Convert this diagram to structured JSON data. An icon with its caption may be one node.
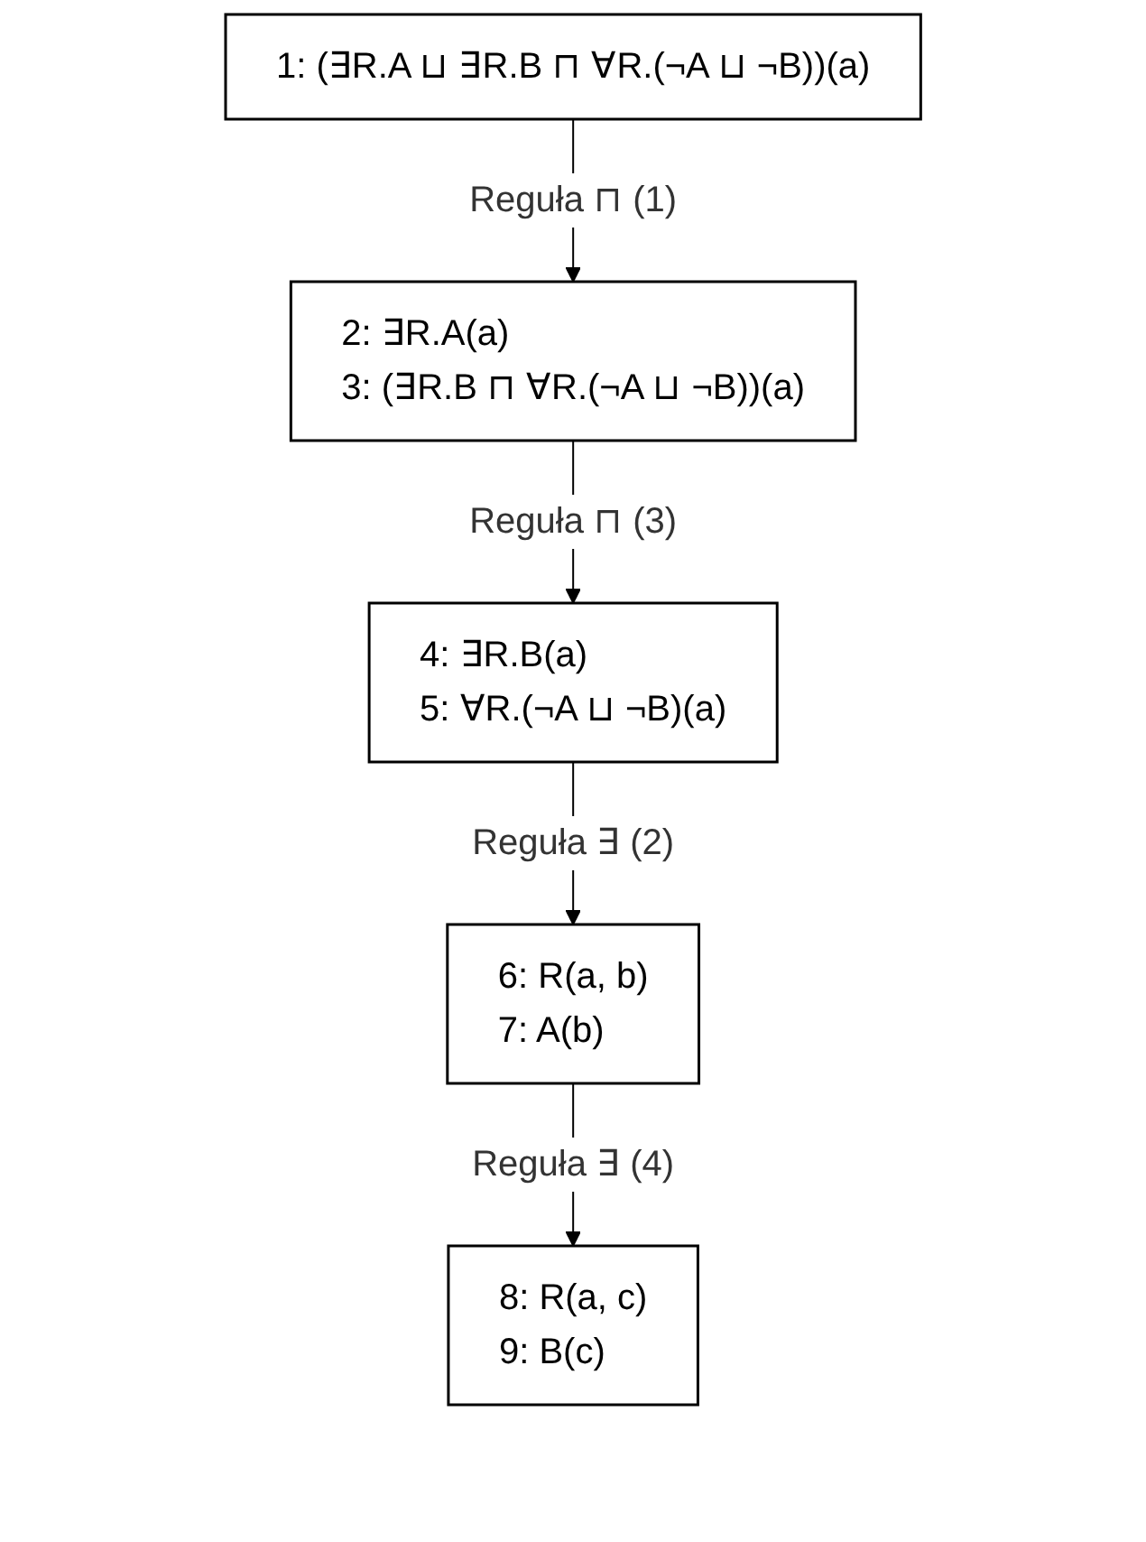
{
  "diagram": {
    "nodes": [
      {
        "text": [
          "1: (∃R.A ⊔ ∃R.B ⊓ ∀R.(¬A ⊔ ¬B))(a)"
        ]
      },
      {
        "text": [
          "2: ∃R.A(a)",
          "3: (∃R.B ⊓ ∀R.(¬A ⊔ ¬B))(a)"
        ]
      },
      {
        "text": [
          "4: ∃R.B(a)",
          "5: ∀R.(¬A ⊔ ¬B)(a)"
        ]
      },
      {
        "text": [
          "6: R(a, b)",
          "7: A(b)"
        ]
      },
      {
        "text": [
          "8: R(a, c)",
          "9: B(c)"
        ]
      }
    ],
    "edges": [
      {
        "from": 0,
        "to": 1,
        "arrow": "to",
        "label": "Reguła ⊓ (1)"
      },
      {
        "from": 1,
        "to": 2,
        "arrow": "to",
        "label": "Reguła ⊓ (3)"
      },
      {
        "from": 2,
        "to": 3,
        "arrow": "to",
        "label": "Reguła ∃ (2)"
      },
      {
        "from": 3,
        "to": 4,
        "arrow": "to",
        "label": "Reguła ∃ (4)"
      }
    ]
  }
}
